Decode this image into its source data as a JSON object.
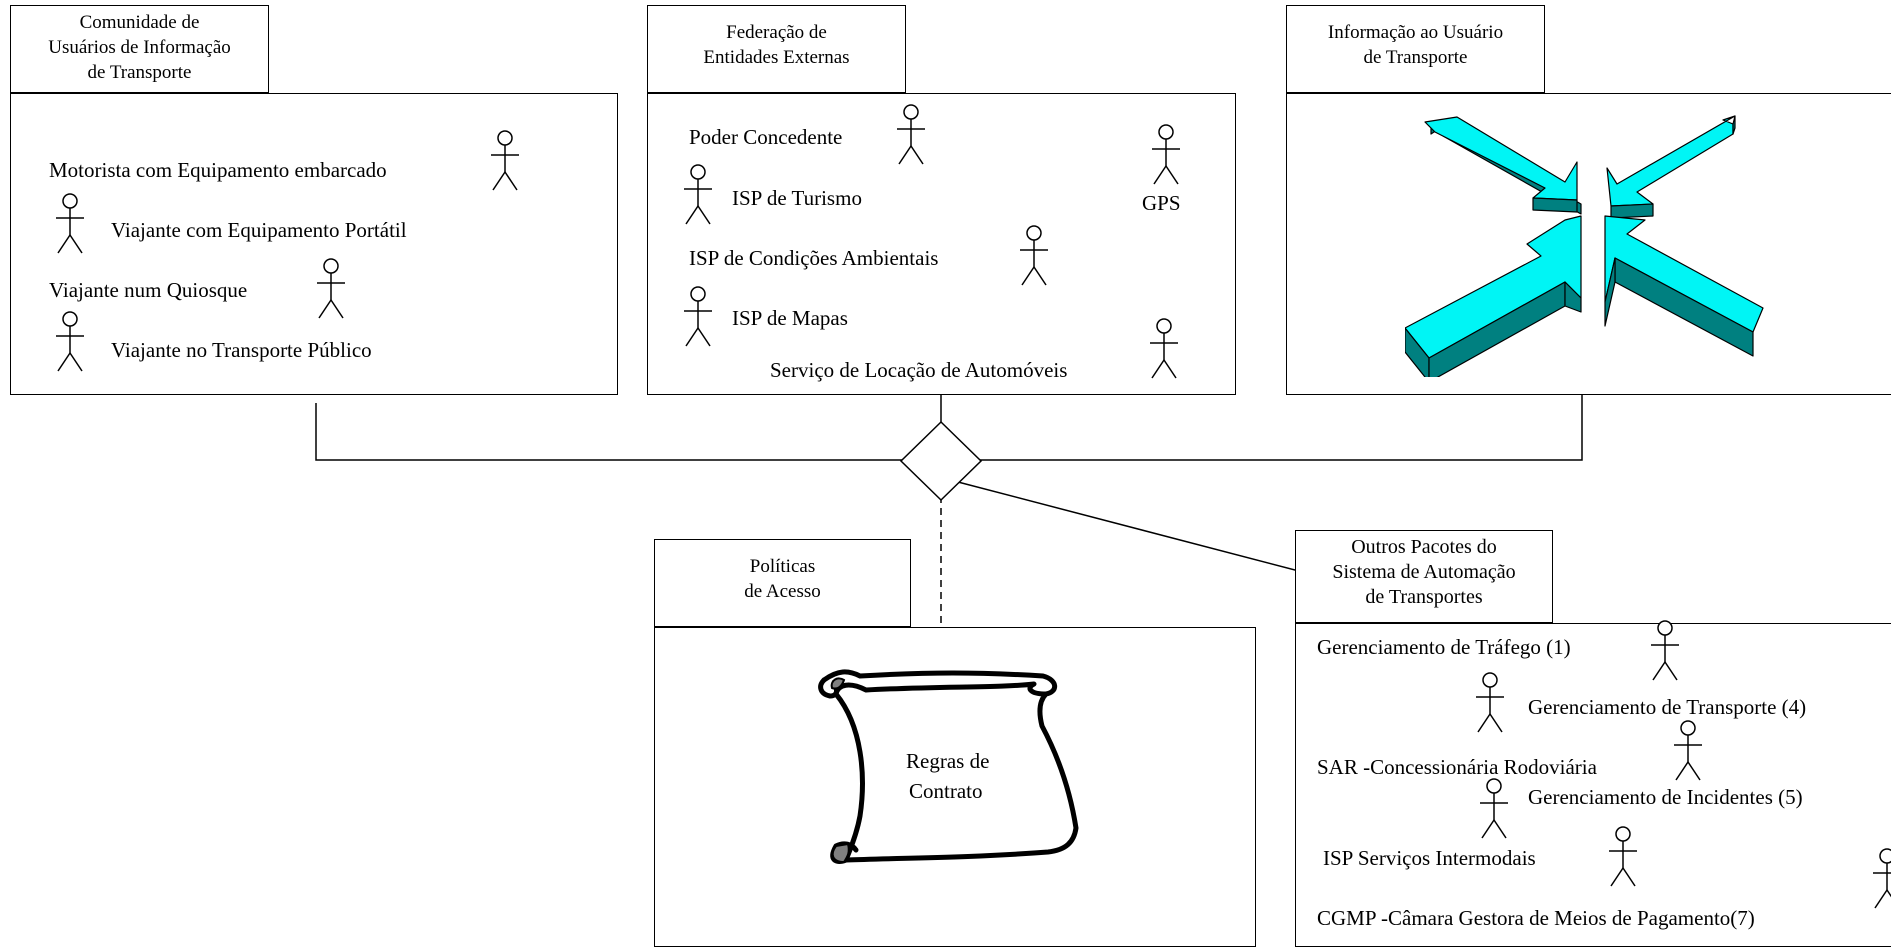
{
  "packages": {
    "users": {
      "title_lines": [
        "Comunidade de",
        "Usuários de Informação",
        "de Transporte"
      ],
      "actors": [
        "Motorista com Equipamento embarcado",
        "Viajante com Equipamento Portátil",
        "Viajante num Quiosque",
        "Viajante no Transporte Público"
      ]
    },
    "federation": {
      "title_lines": [
        "Federação de",
        "Entidades Externas"
      ],
      "actors": [
        "Poder Concedente",
        "ISP de Turismo",
        "GPS",
        "ISP de Condições Ambientais",
        "ISP de Mapas",
        "Serviço de Locação de Automóveis"
      ]
    },
    "info": {
      "title_lines": [
        "Informação ao Usuário",
        "de Transporte"
      ]
    },
    "policies": {
      "title_lines": [
        "Políticas",
        "de Acesso"
      ],
      "scroll_text_lines": [
        "Regras de",
        "Contrato"
      ]
    },
    "others": {
      "title_lines": [
        "Outros Pacotes do",
        "Sistema de Automação",
        "de Transportes"
      ],
      "actors": [
        "Gerenciamento de Tráfego (1)",
        "Gerenciamento de Transporte (4)",
        "SAR -Concessionária Rodoviária",
        "Gerenciamento de Incidentes (5)",
        "ISP Serviços Intermodais",
        "CGMP -Câmara Gestora de Meios de Pagamento(7)"
      ]
    }
  },
  "colors": {
    "arrow_top": "#00f5f5",
    "arrow_side": "#008080",
    "stroke": "#000000"
  },
  "icons": [
    "actor-icon",
    "arrows-converging-icon",
    "scroll-icon",
    "diamond-icon"
  ]
}
